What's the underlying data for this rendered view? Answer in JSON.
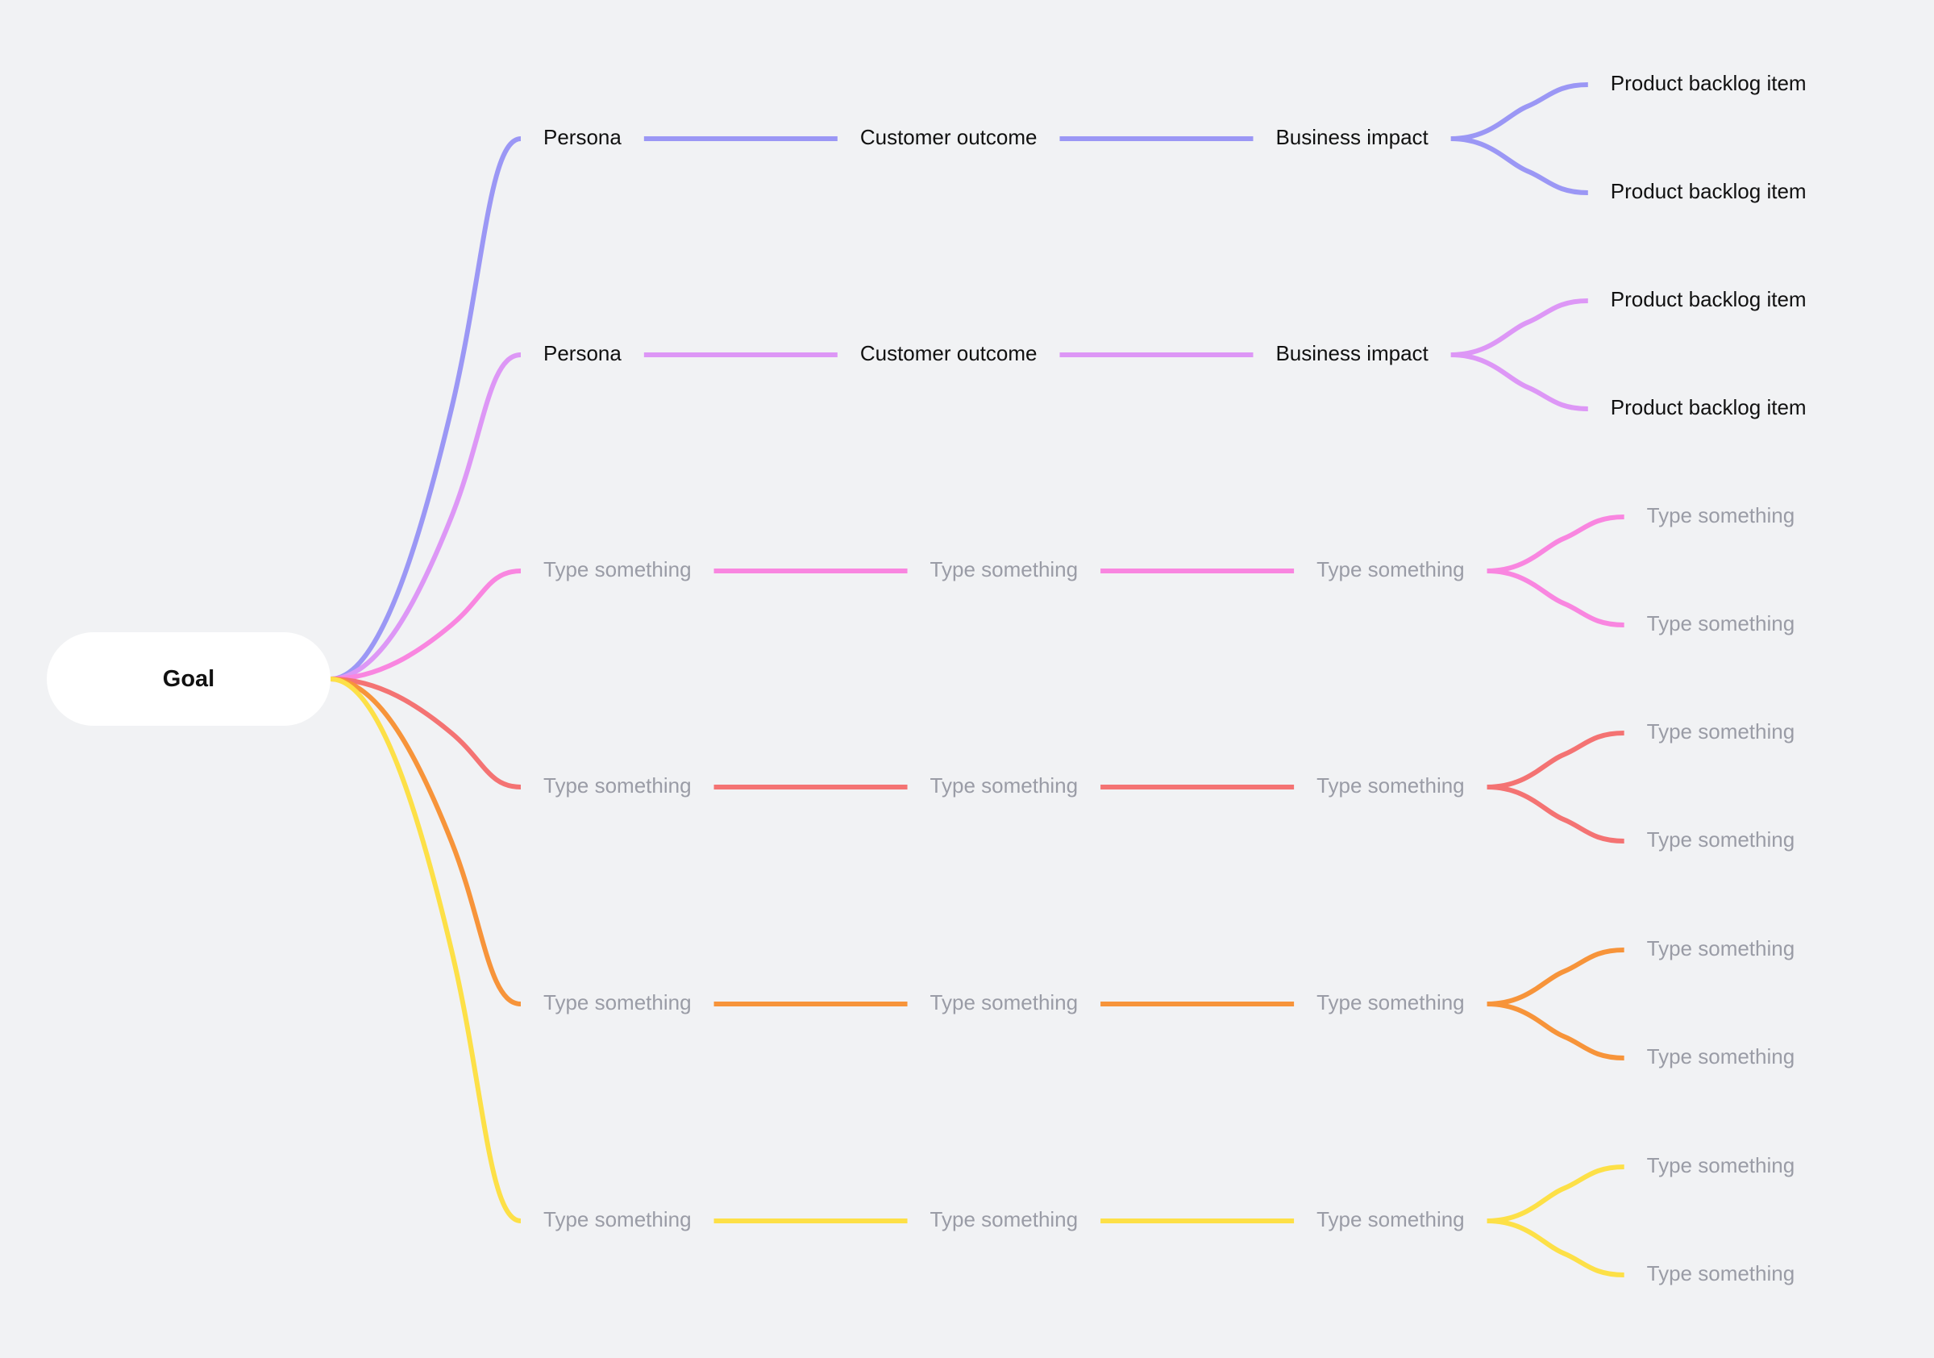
{
  "root": {
    "label": "Goal"
  },
  "branches": [
    {
      "color": "#9b97f5",
      "nodes": [
        {
          "text": "Persona",
          "placeholder": false
        },
        {
          "text": "Customer outcome",
          "placeholder": false
        },
        {
          "text": "Business impact",
          "placeholder": false
        }
      ],
      "leaves": [
        {
          "text": "Product backlog item",
          "placeholder": false
        },
        {
          "text": "Product backlog item",
          "placeholder": false
        }
      ]
    },
    {
      "color": "#dd97f6",
      "nodes": [
        {
          "text": "Persona",
          "placeholder": false
        },
        {
          "text": "Customer outcome",
          "placeholder": false
        },
        {
          "text": "Business impact",
          "placeholder": false
        }
      ],
      "leaves": [
        {
          "text": "Product backlog item",
          "placeholder": false
        },
        {
          "text": "Product backlog item",
          "placeholder": false
        }
      ]
    },
    {
      "color": "#f986e0",
      "nodes": [
        {
          "text": "Type something",
          "placeholder": true
        },
        {
          "text": "Type something",
          "placeholder": true
        },
        {
          "text": "Type something",
          "placeholder": true
        }
      ],
      "leaves": [
        {
          "text": "Type something",
          "placeholder": true
        },
        {
          "text": "Type something",
          "placeholder": true
        }
      ]
    },
    {
      "color": "#f47373",
      "nodes": [
        {
          "text": "Type something",
          "placeholder": true
        },
        {
          "text": "Type something",
          "placeholder": true
        },
        {
          "text": "Type something",
          "placeholder": true
        }
      ],
      "leaves": [
        {
          "text": "Type something",
          "placeholder": true
        },
        {
          "text": "Type something",
          "placeholder": true
        }
      ]
    },
    {
      "color": "#f7943a",
      "nodes": [
        {
          "text": "Type something",
          "placeholder": true
        },
        {
          "text": "Type something",
          "placeholder": true
        },
        {
          "text": "Type something",
          "placeholder": true
        }
      ],
      "leaves": [
        {
          "text": "Type something",
          "placeholder": true
        },
        {
          "text": "Type something",
          "placeholder": true
        }
      ]
    },
    {
      "color": "#fde047",
      "nodes": [
        {
          "text": "Type something",
          "placeholder": true
        },
        {
          "text": "Type something",
          "placeholder": true
        },
        {
          "text": "Type something",
          "placeholder": true
        }
      ],
      "leaves": [
        {
          "text": "Type something",
          "placeholder": true
        },
        {
          "text": "Type something",
          "placeholder": true
        }
      ]
    }
  ]
}
